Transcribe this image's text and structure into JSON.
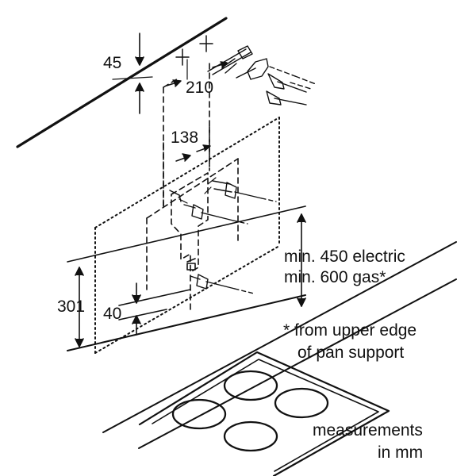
{
  "dimensions": {
    "ceiling_gap": "45",
    "hole_spacing_top": "210",
    "hole_spacing_bracket": "138",
    "bracket_height": "301",
    "bracket_offset": "40"
  },
  "notes": {
    "min_electric": "min. 450 electric",
    "min_gas": "min. 600 gas*",
    "footnote_line1": "* from upper edge",
    "footnote_line2": "of pan support",
    "units_line1": "measurements",
    "units_line2": "in mm"
  },
  "colors": {
    "ink": "#111111",
    "background": "#ffffff"
  }
}
